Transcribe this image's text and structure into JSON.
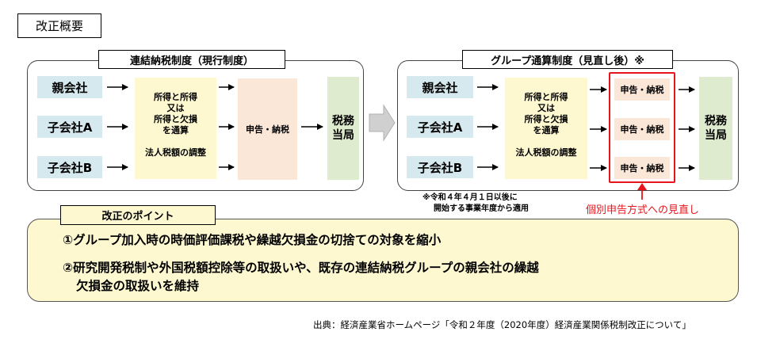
{
  "title": "改正概要",
  "current": {
    "label": "連結納税制度（現行制度）",
    "companies": [
      "親会社",
      "子会社A",
      "子会社B"
    ],
    "calc_lines": [
      "所得と所得",
      "又は",
      "所得と欠損",
      "を通算"
    ],
    "adjust": "法人税額の調整",
    "filing": "申告・納税",
    "authority_lines": [
      "税務",
      "当局"
    ]
  },
  "group": {
    "label": "グループ通算制度（見直し後）※",
    "companies": [
      "親会社",
      "子会社A",
      "子会社B"
    ],
    "calc_lines": [
      "所得と所得",
      "又は",
      "所得と欠損",
      "を通算"
    ],
    "adjust": "法人税額の調整",
    "filings": [
      "申告・納税",
      "申告・納税",
      "申告・納税"
    ],
    "authority_lines": [
      "税務",
      "当局"
    ],
    "note_lines": [
      "※令和４年４月１日以後に",
      "開始する事業年度から適用"
    ],
    "red_note": "個別申告方式への見直し"
  },
  "points": {
    "label": "改正のポイント",
    "items": [
      "①グループ加入時の時価評価課税や繰越欠損金の切捨ての対象を縮小",
      "②研究開発税制や外国税額控除等の取扱いや、既存の連結納税グループの親会社の繰越",
      "欠損金の取扱いを維持"
    ]
  },
  "source": "出典：経済産業省ホームページ「令和２年度（2020年度）経済産業関係税制改正について」",
  "colors": {
    "company_bg": "#d6e9ee",
    "calc_bg": "#fdf8d0",
    "filing_bg": "#fbe7d8",
    "authority_bg": "#dfebcf",
    "highlight": "#e8141b"
  }
}
